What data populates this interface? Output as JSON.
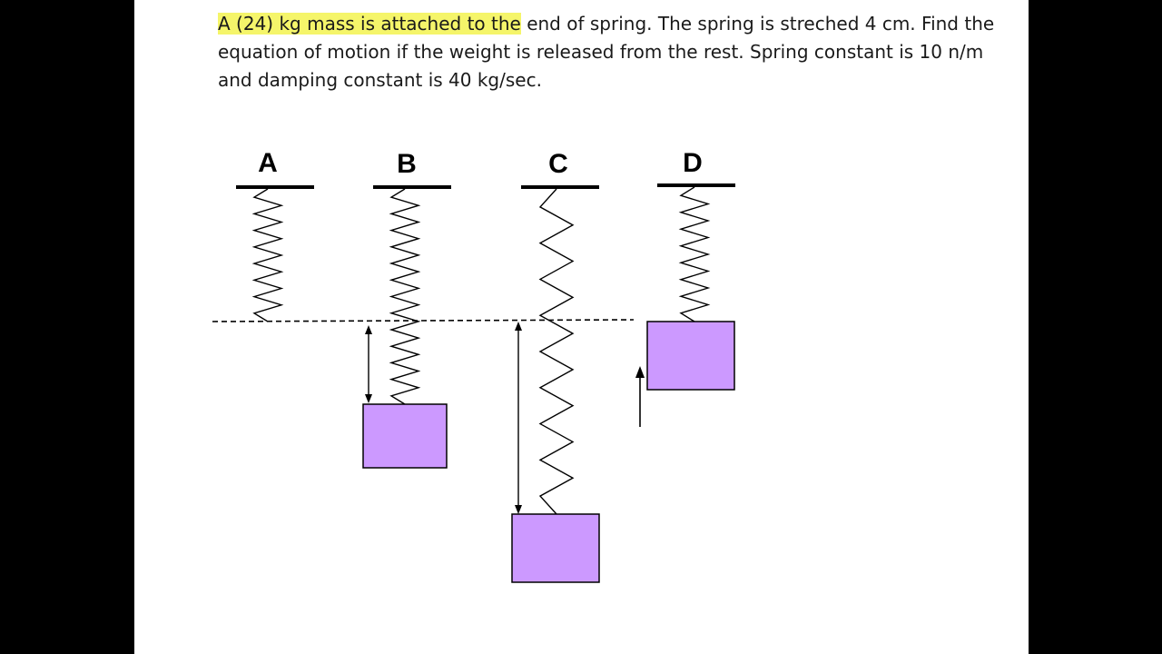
{
  "problem": {
    "highlighted_text": "A (24) kg mass is attached to the",
    "rest_text": " end of spring. The spring is streched 4 cm. Find the equation of motion if the weight is released from the rest. Spring constant is 10 n/m and damping constant is 40 kg/sec.",
    "highlight_color": "#f5f56a"
  },
  "diagram": {
    "labels": {
      "a": "A",
      "b": "B",
      "c": "C",
      "d": "D"
    },
    "mass_color": "#cc99ff",
    "line_color": "#000000"
  }
}
